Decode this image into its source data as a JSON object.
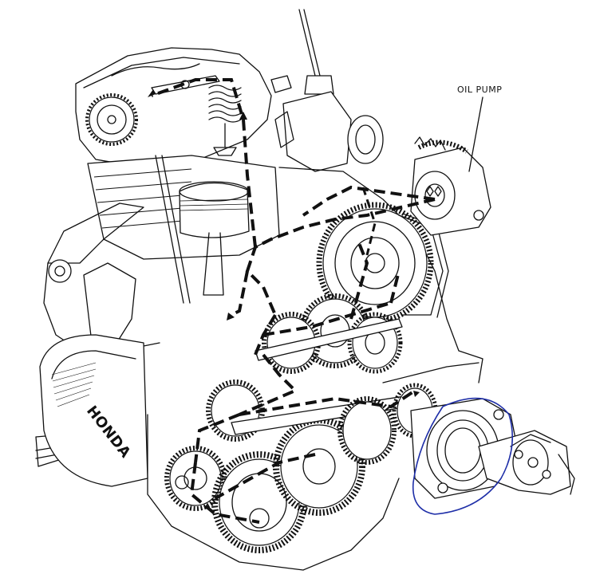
{
  "diagram": {
    "callouts": [
      {
        "id": "oil-pump",
        "text": "OIL PUMP"
      }
    ],
    "badges": {
      "crankcase_cover_brand": "HONDA"
    },
    "colors": {
      "ink": "#111111",
      "background": "#ffffff",
      "annotation_circle": "#1f2fa8"
    }
  }
}
